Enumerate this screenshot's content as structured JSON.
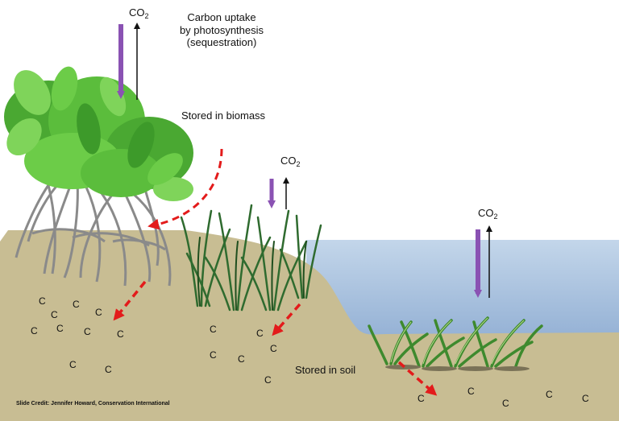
{
  "labels": {
    "co2_main": "CO",
    "co2_saltmarsh": "CO",
    "co2_seagrass": "CO",
    "co2_subscript": "2",
    "uptake_line1": "Carbon uptake",
    "uptake_line2": "by photosynthesis",
    "uptake_line3": "(sequestration)",
    "stored_biomass": "Stored in biomass",
    "stored_soil": "Stored in soil",
    "credit": "Slide Credit: Jennifer Howard, Conservation International",
    "carbon_symbol": "C"
  },
  "colors": {
    "soil": "#c8bd93",
    "water_top": "#c3d6ea",
    "water_bottom": "#6d92c3",
    "arrow_down": "#8a52b3",
    "arrow_up": "#111111",
    "transfer_arrow": "#e31b1b",
    "mangrove_leaf": "#5bbd3c",
    "mangrove_root": "#8a8a8a",
    "marsh_grass": "#2f6b2f",
    "seagrass": "#3e8a2e"
  },
  "icons": [
    "mangrove-icon",
    "salt-marsh-grass-icon",
    "seagrass-icon"
  ]
}
